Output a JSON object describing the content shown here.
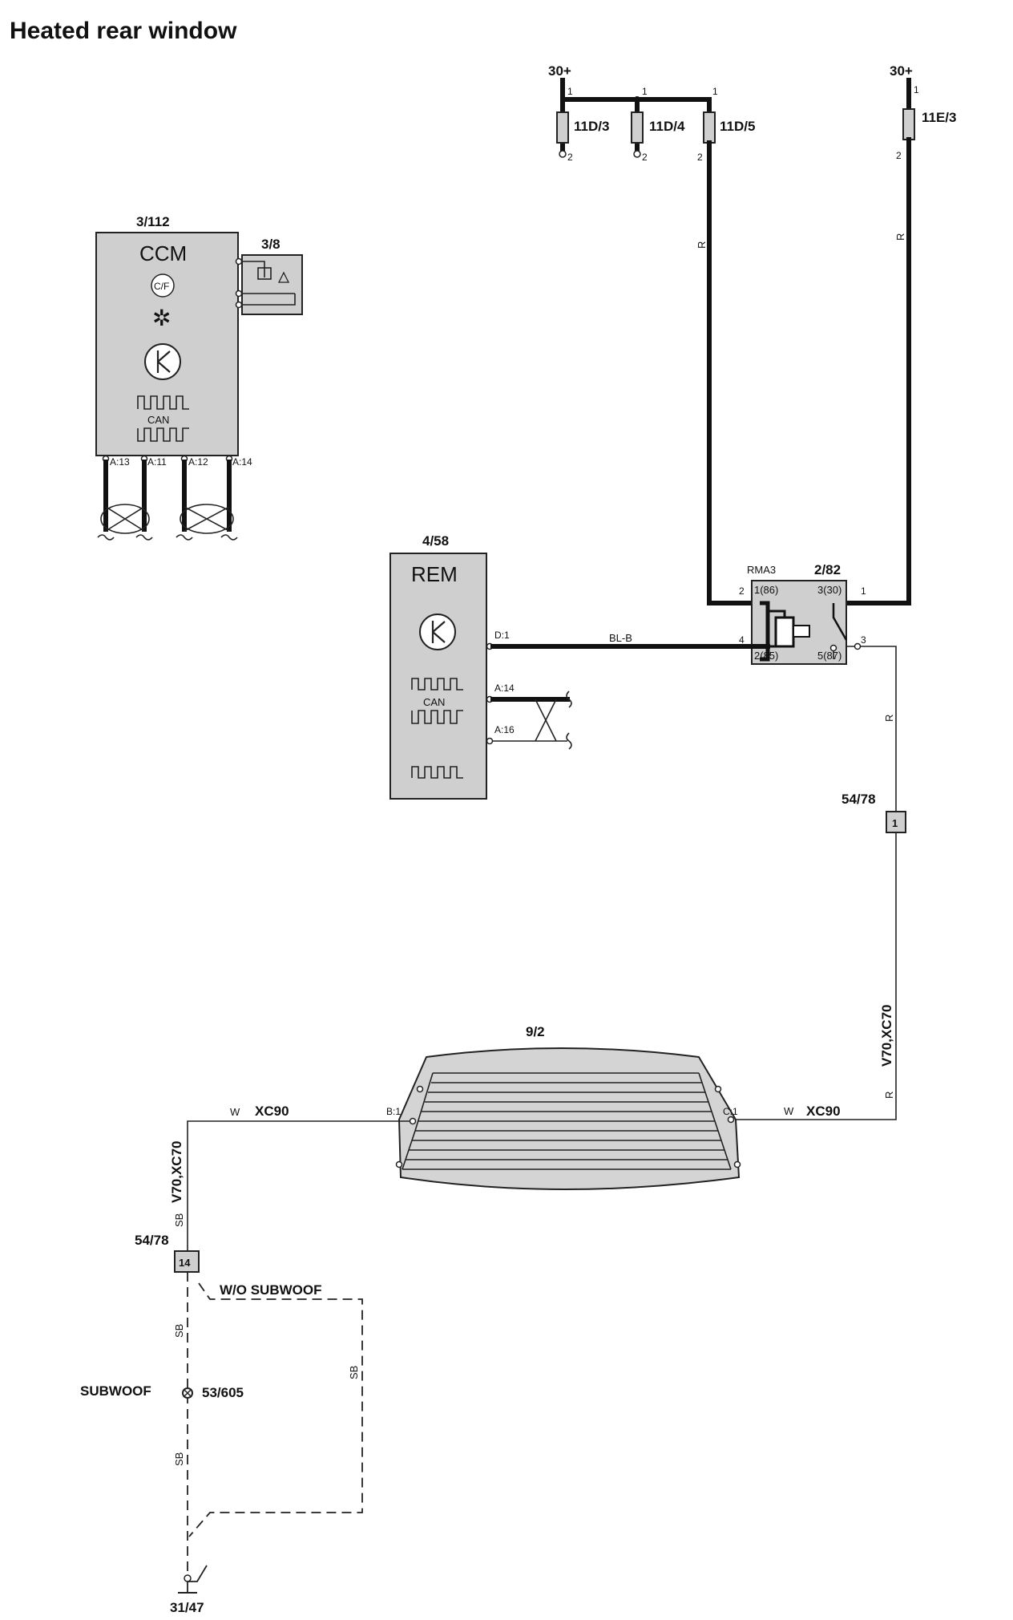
{
  "title": "Heated rear window",
  "supply": {
    "left_label": "30+",
    "right_label": "30+",
    "fuses": [
      {
        "id": "11D/3",
        "pin_top": "1",
        "pin_bottom": "2"
      },
      {
        "id": "11D/4",
        "pin_top": "1",
        "pin_bottom": "2"
      },
      {
        "id": "11D/5",
        "pin_top": "1",
        "pin_bottom": "2"
      },
      {
        "id": "11E/3",
        "pin_top": "1",
        "pin_bottom": "2"
      }
    ]
  },
  "ccm": {
    "ref": "3/112",
    "name": "CCM",
    "sub_ref": "3/8",
    "bus_label": "CAN",
    "dial_label": "C/F",
    "pins": [
      "A:13",
      "A:11",
      "A:12",
      "A:14"
    ]
  },
  "rem": {
    "ref": "4/58",
    "name": "REM",
    "bus_label": "CAN",
    "pins": [
      "D:1",
      "A:14",
      "A:16"
    ]
  },
  "relay": {
    "ref": "2/82",
    "name": "RMA3",
    "pins": [
      "1(86)",
      "2(85)",
      "3(30)",
      "5(87)"
    ],
    "terminals": [
      "2",
      "4",
      "1",
      "3"
    ]
  },
  "wires": {
    "red": "R",
    "blue_black": "BL-B",
    "white": "W",
    "black_blue": "SB"
  },
  "connector_upper": {
    "ref": "54/78",
    "pin": "1"
  },
  "connector_lower": {
    "ref": "54/78",
    "pin": "14"
  },
  "rear_window": {
    "ref": "9/2",
    "pin_left": "B:1",
    "pin_right": "C:1"
  },
  "variants": {
    "v70_xc70": "V70,XC70",
    "xc90": "XC90",
    "without_subwoofer": "W/O SUBWOOF",
    "subwoofer": "SUBWOOF"
  },
  "ground_splice": {
    "ref": "53/605"
  },
  "ground": {
    "ref": "31/47"
  },
  "colors": {
    "wire": "#111111",
    "module_fill": "#cfcfcf"
  }
}
